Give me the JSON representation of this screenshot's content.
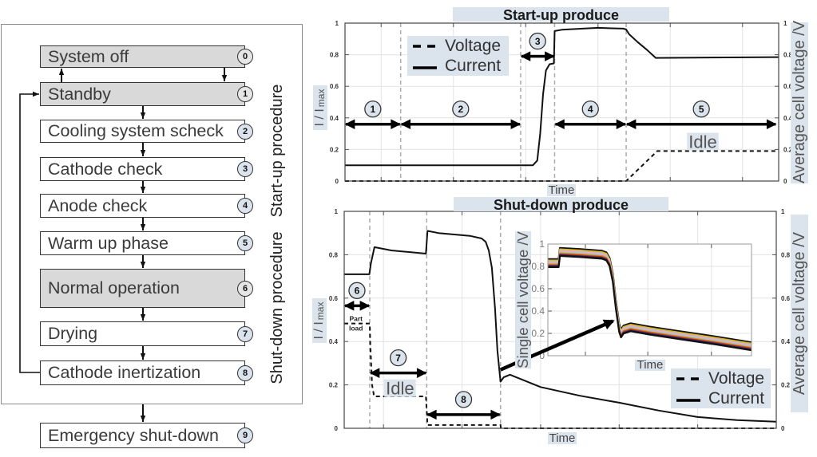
{
  "colors": {
    "label_background": "#dbe3ec",
    "highlight_step": "#d9d9d9",
    "line": "#111111",
    "phase_boundary": "#aaaaaa"
  },
  "flowchart": {
    "steps": [
      {
        "number": "0",
        "label": "System off",
        "highlighted": true
      },
      {
        "number": "1",
        "label": "Standby",
        "highlighted": true
      },
      {
        "number": "2",
        "label": "Cooling system scheck",
        "highlighted": false
      },
      {
        "number": "3",
        "label": "Cathode check",
        "highlighted": false
      },
      {
        "number": "4",
        "label": "Anode check",
        "highlighted": false
      },
      {
        "number": "5",
        "label": "Warm up phase",
        "highlighted": false
      },
      {
        "number": "6",
        "label": "Normal operation",
        "highlighted": true
      },
      {
        "number": "7",
        "label": "Drying",
        "highlighted": false
      },
      {
        "number": "8",
        "label": "Cathode inertization",
        "highlighted": false
      },
      {
        "number": "9",
        "label": "Emergency shut-down",
        "highlighted": false
      }
    ],
    "group_labels": {
      "startup": "Start-up procedure",
      "shutdown": "Shut-down procedure"
    }
  },
  "chart_data": [
    {
      "id": "startup",
      "type": "line",
      "title": "Start-up produce",
      "xlabel": "Time",
      "ylabel": "I / I",
      "ylabel_subscript": "max",
      "ylabel_right": "Average cell voltage /V",
      "xlim": [
        0,
        6
      ],
      "ylim": [
        0,
        1
      ],
      "ylim_right": [
        0,
        1
      ],
      "yticks": [
        0,
        0.2,
        0.4,
        0.6,
        0.8,
        1
      ],
      "ytick_labels": [
        "0",
        "0.2",
        "0.4",
        "0.6",
        "0.8",
        "1"
      ],
      "xgrid": [
        0.5,
        1.5,
        2.5,
        3.5,
        4.5,
        5.5
      ],
      "grid": true,
      "legend": {
        "position": "top-left",
        "entries": [
          {
            "label": "Voltage",
            "style": "dashed"
          },
          {
            "label": "Current",
            "style": "solid"
          }
        ]
      },
      "series": [
        {
          "name": "Current",
          "style": "solid",
          "points": [
            [
              0,
              0.1
            ],
            [
              2.6,
              0.1
            ],
            [
              2.66,
              0.13
            ],
            [
              2.7,
              0.3
            ],
            [
              2.74,
              0.55
            ],
            [
              2.78,
              0.7
            ],
            [
              2.83,
              0.74
            ],
            [
              2.89,
              0.745
            ],
            [
              2.9,
              0.95
            ],
            [
              3.0,
              0.958
            ],
            [
              3.5,
              0.97
            ],
            [
              3.85,
              0.965
            ],
            [
              3.89,
              0.96
            ],
            [
              3.93,
              0.93
            ],
            [
              4.05,
              0.88
            ],
            [
              4.18,
              0.83
            ],
            [
              4.3,
              0.78
            ],
            [
              6,
              0.785
            ]
          ]
        },
        {
          "name": "Voltage",
          "style": "dashed",
          "points": [
            [
              0,
              0
            ],
            [
              3.89,
              0
            ],
            [
              4.32,
              0.19
            ],
            [
              6,
              0.19
            ]
          ]
        }
      ],
      "phase_boundaries": [
        0.77,
        2.43,
        2.9,
        3.89
      ],
      "phases": [
        {
          "label": "1",
          "from": 0,
          "to": 0.77,
          "y": 0.36
        },
        {
          "label": "2",
          "from": 0.77,
          "to": 2.43,
          "y": 0.36
        },
        {
          "label": "3",
          "from": 2.43,
          "to": 2.9,
          "y": 0.79
        },
        {
          "label": "4",
          "from": 2.9,
          "to": 3.89,
          "y": 0.36
        },
        {
          "label": "5",
          "from": 3.89,
          "to": 5.97,
          "y": 0.36
        }
      ],
      "annotations": [
        {
          "text": "Idle",
          "x": 4.95,
          "y": 0.25
        }
      ]
    },
    {
      "id": "shutdown",
      "type": "line",
      "title": "Shut-down produce",
      "xlabel": "Time",
      "ylabel": "I / I",
      "ylabel_subscript": "max",
      "ylabel_right": "Average cell voltage /V",
      "xlim": [
        0,
        5.5
      ],
      "ylim": [
        0,
        1
      ],
      "ylim_right": [
        0,
        1
      ],
      "yticks": [
        0,
        0.2,
        0.4,
        0.6,
        0.8,
        1
      ],
      "ytick_labels": [
        "0",
        "0.2",
        "0.4",
        "0.6",
        "0.8",
        "1"
      ],
      "xgrid": [
        0.5,
        1.5,
        2.5,
        3.5,
        4.5
      ],
      "grid": true,
      "legend": {
        "position": "bottom-right",
        "entries": [
          {
            "label": "Voltage",
            "style": "dashed"
          },
          {
            "label": "Current",
            "style": "solid"
          }
        ]
      },
      "series": [
        {
          "name": "Current",
          "style": "solid",
          "points": [
            [
              0,
              0.71
            ],
            [
              0.32,
              0.71
            ],
            [
              0.34,
              0.76
            ],
            [
              0.385,
              0.835
            ],
            [
              0.6,
              0.82
            ],
            [
              1.04,
              0.805
            ],
            [
              1.06,
              0.91
            ],
            [
              1.2,
              0.9
            ],
            [
              1.6,
              0.887
            ],
            [
              1.75,
              0.875
            ],
            [
              1.8,
              0.86
            ],
            [
              1.84,
              0.82
            ],
            [
              1.88,
              0.74
            ],
            [
              1.92,
              0.55
            ],
            [
              1.95,
              0.36
            ],
            [
              1.99,
              0.215
            ],
            [
              2.03,
              0.235
            ],
            [
              2.11,
              0.247
            ],
            [
              2.5,
              0.19
            ],
            [
              3.0,
              0.15
            ],
            [
              3.5,
              0.118
            ],
            [
              4.0,
              0.082
            ],
            [
              4.5,
              0.052
            ],
            [
              5.0,
              0.038
            ],
            [
              5.5,
              0.03
            ]
          ]
        },
        {
          "name": "Voltage",
          "style": "dashed",
          "points": [
            [
              0,
              0.483
            ],
            [
              0.325,
              0.483
            ],
            [
              0.33,
              0.4
            ],
            [
              0.355,
              0.2
            ],
            [
              0.38,
              0.147
            ],
            [
              1.04,
              0.147
            ],
            [
              1.06,
              0.015
            ],
            [
              1.99,
              0.015
            ],
            [
              1.995,
              0
            ],
            [
              5.5,
              0
            ]
          ]
        }
      ],
      "phase_boundaries": [
        0.325,
        1.05,
        1.99
      ],
      "phases": [
        {
          "label": "6",
          "from": 0,
          "to": 0.325,
          "y": 0.565
        },
        {
          "label": "7",
          "from": 0.325,
          "to": 1.05,
          "y": 0.255
        },
        {
          "label": "8",
          "from": 1.05,
          "to": 1.99,
          "y": 0.063
        }
      ],
      "annotations": [
        {
          "text": "Idle",
          "x": 0.71,
          "y": 0.185
        },
        {
          "text": "Part load",
          "lines": [
            "Part",
            "load"
          ],
          "x": 0.15,
          "y": 0.483
        }
      ],
      "zoom_link": {
        "from": [
          1.99,
          0.27
        ],
        "to_inset": [
          1.02,
          0.31
        ]
      }
    },
    {
      "id": "inset",
      "type": "line",
      "placement": "inset-center-right",
      "xlabel": "Time",
      "ylabel": "Single cell voltage /V",
      "xlim": [
        0,
        3.2
      ],
      "ylim": [
        0,
        1
      ],
      "yticks": [
        0,
        0.2,
        0.4,
        0.6,
        0.8,
        1
      ],
      "ytick_labels": [
        "0",
        "0.2",
        "0.4",
        "0.6",
        "0.8",
        "1"
      ],
      "xgrid": [
        0.59,
        1.57,
        2.57
      ],
      "grid": true,
      "base_curve": [
        [
          0,
          0.83
        ],
        [
          0.17,
          0.83
        ],
        [
          0.19,
          0.93
        ],
        [
          0.5,
          0.92
        ],
        [
          0.85,
          0.905
        ],
        [
          0.92,
          0.89
        ],
        [
          0.97,
          0.84
        ],
        [
          1.02,
          0.7
        ],
        [
          1.07,
          0.45
        ],
        [
          1.12,
          0.25
        ],
        [
          1.15,
          0.2
        ],
        [
          1.19,
          0.235
        ],
        [
          1.3,
          0.255
        ],
        [
          1.6,
          0.225
        ],
        [
          2.0,
          0.19
        ],
        [
          2.6,
          0.14
        ],
        [
          3.2,
          0.085
        ]
      ],
      "cells": [
        {
          "color": "#111111",
          "offset": 0.035
        },
        {
          "color": "#e6b800",
          "offset": 0.024
        },
        {
          "color": "#bdbdbd",
          "offset": 0.015
        },
        {
          "color": "#e9aebd",
          "offset": 0.007
        },
        {
          "color": "#9fc4d6",
          "offset": -0.003
        },
        {
          "color": "#e08a00",
          "offset": -0.012
        },
        {
          "color": "#c8302a",
          "offset": -0.02
        },
        {
          "color": "#1f2f7a",
          "offset": -0.028
        },
        {
          "color": "#111111",
          "offset": -0.036
        }
      ]
    }
  ]
}
